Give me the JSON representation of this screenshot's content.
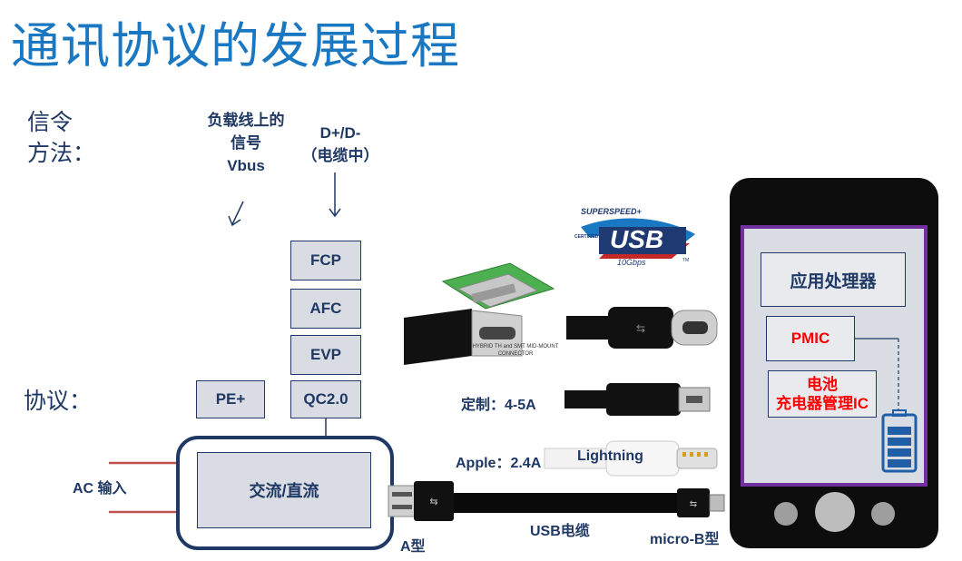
{
  "title": "通讯协议的发展过程",
  "signaling_label": {
    "line1": "信令",
    "line2": "方法："
  },
  "vbus_note": {
    "line1": "负载线上的",
    "line2": "信号",
    "line3": "Vbus"
  },
  "dpdm_note": {
    "line1": "D+/D-",
    "line2": "（电缆中）"
  },
  "protocols_label": "协议：",
  "protocol_stack": [
    "FCP",
    "AFC",
    "EVP",
    "QC2.0"
  ],
  "pe_plus": "PE+",
  "adapter_label": "交流/直流",
  "ac_input_label": "AC 输入",
  "a_type_label": "A型",
  "usb_cable_label": "USB电缆",
  "microb_label": "micro-B型",
  "custom_label": "定制：4-5A",
  "apple_label": "Apple：2.4A",
  "lightning_label": "Lightning",
  "usb_logo": {
    "top": "SUPERSPEED+",
    "certified": "CERTIFIED",
    "main": "USB",
    "speed": "10Gbps",
    "tm": "TM"
  },
  "connector_caption": {
    "line1": "HYBRID TH and SMT MID-MOUNT",
    "line2": "CONNECTOR"
  },
  "phone": {
    "app_processor": "应用处理器",
    "pmic": "PMIC",
    "charger_line1": "电池",
    "charger_line2": "充电器管理IC"
  },
  "colors": {
    "title": "#1a78c2",
    "dark_navy": "#1f3864",
    "box_fill": "#d9dde3",
    "phone_border": "#7030a0",
    "red": "#ff0000"
  }
}
